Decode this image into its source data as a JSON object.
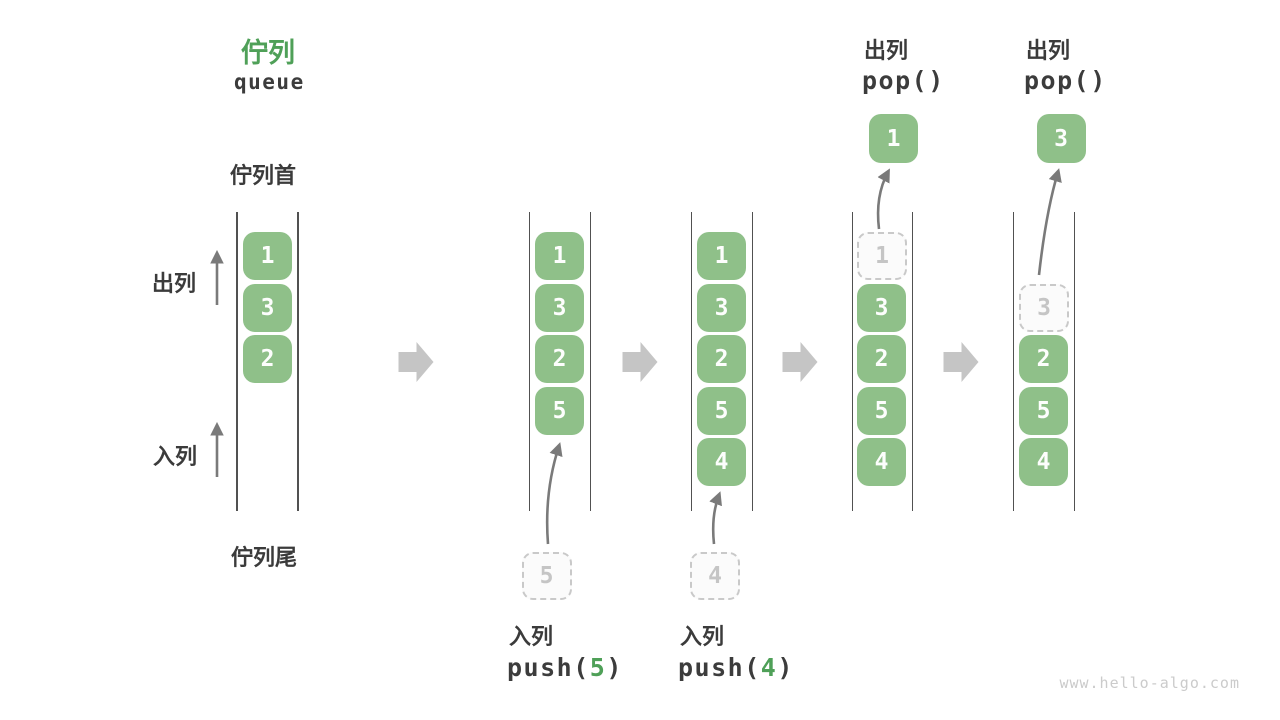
{
  "title": {
    "zh": "佇列",
    "en": "queue"
  },
  "side_labels": {
    "front": "佇列首",
    "rear": "佇列尾",
    "dequeue": "出列",
    "enqueue": "入列"
  },
  "columns": [
    {
      "slots": {
        "s1": "1",
        "s2": "3",
        "s3": "2"
      }
    },
    {
      "slots": {
        "s1": "1",
        "s2": "3",
        "s3": "2",
        "s4": "5"
      },
      "incoming_ghost": "5"
    },
    {
      "slots": {
        "s1": "1",
        "s2": "3",
        "s3": "2",
        "s4": "5",
        "s5": "4"
      },
      "incoming_ghost": "4"
    },
    {
      "ghost_slots": {
        "s1": "1"
      },
      "slots": {
        "s2": "3",
        "s3": "2",
        "s4": "5",
        "s5": "4"
      },
      "popped_value": "1"
    },
    {
      "ghost_slots": {
        "s2": "3"
      },
      "slots": {
        "s3": "2",
        "s4": "5",
        "s5": "4"
      },
      "popped_value": "3"
    }
  ],
  "operations": {
    "push5": {
      "action": "入列",
      "fn_open": "push(",
      "arg": "5",
      "fn_close": ")"
    },
    "push4": {
      "action": "入列",
      "fn_open": "push(",
      "arg": "4",
      "fn_close": ")"
    },
    "pop1": {
      "action": "出列",
      "fn": "pop()"
    },
    "pop3": {
      "action": "出列",
      "fn": "pop()"
    }
  },
  "watermark": "www.hello-algo.com",
  "colors": {
    "accent_green": "#4fa058",
    "box_green": "#8fc089",
    "box_text": "#fdfefd",
    "ghost_border": "#c9c9c9",
    "ghost_text": "#c5c5c5",
    "wall_gray": "#515151",
    "label_dark": "#3b3b3b",
    "thin_arrow_gray": "#7a7a7a",
    "step_arrow_gray": "#c5c5c5",
    "watermark_gray": "#cbcbcb"
  }
}
